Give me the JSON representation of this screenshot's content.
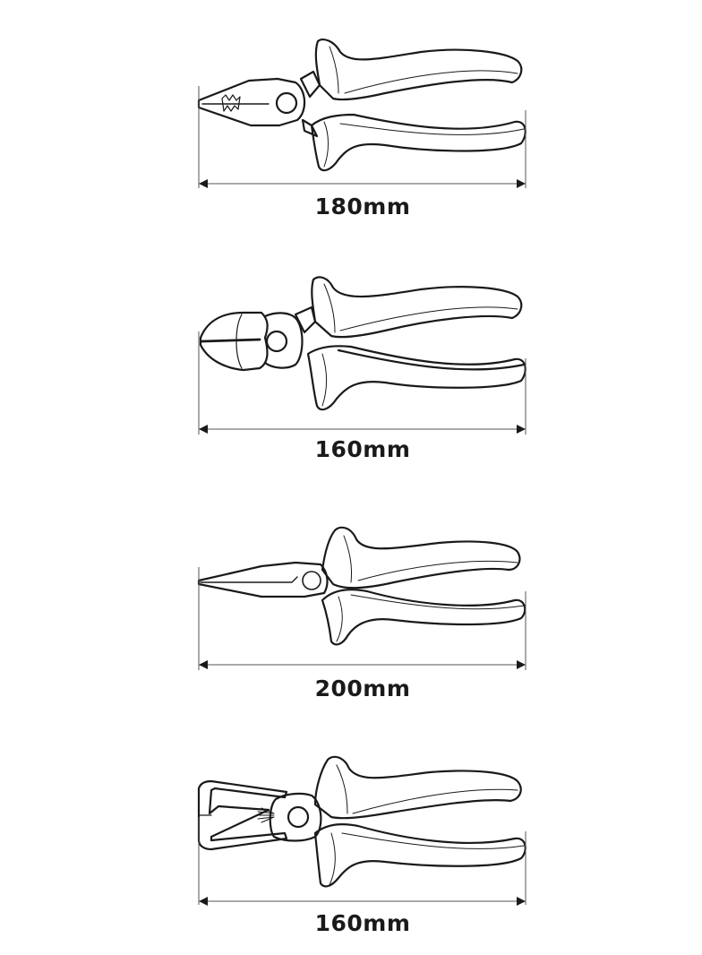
{
  "diagram": {
    "title": "",
    "colors": {
      "stroke": "#1a1a1a",
      "dimension_line": "#555555",
      "background": "#ffffff"
    },
    "items": [
      {
        "name": "combination-pliers",
        "label": "180mm",
        "length_mm": 180
      },
      {
        "name": "diagonal-cutting-pliers",
        "label": "160mm",
        "length_mm": 160
      },
      {
        "name": "long-nose-pliers",
        "label": "200mm",
        "length_mm": 200
      },
      {
        "name": "wire-stripping-pliers",
        "label": "160mm",
        "length_mm": 160
      }
    ]
  }
}
